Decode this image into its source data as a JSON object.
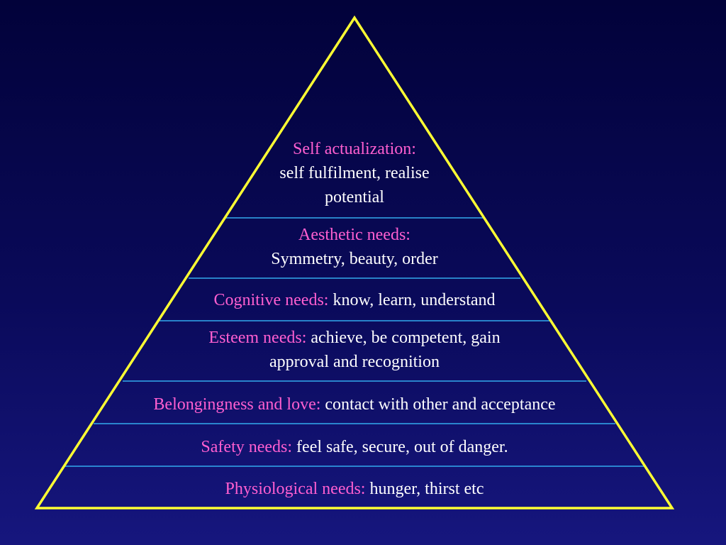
{
  "colors": {
    "background_top": "#02023a",
    "background_bottom": "#16167e",
    "pyramid_outline": "#ffff33",
    "level_divider": "#33aaee",
    "label_text": "#ff5fd0",
    "description_text": "#ffffff"
  },
  "pyramid": {
    "levels": [
      {
        "label": "Self actualization:",
        "description_lines": [
          "self fulfilment, realise",
          "potential"
        ]
      },
      {
        "label": "Aesthetic needs:",
        "description_lines": [
          "Symmetry, beauty, order"
        ]
      },
      {
        "label": "Cognitive needs:",
        "description": " know, learn, understand"
      },
      {
        "label": "Esteem needs:",
        "description": " achieve, be competent, gain",
        "description_line2": "approval and recognition"
      },
      {
        "label": "Belongingness and love:",
        "description": " contact with other and acceptance"
      },
      {
        "label": "Safety needs:",
        "description": " feel safe, secure, out of danger."
      },
      {
        "label": "Physiological needs:",
        "description": " hunger, thirst etc"
      }
    ]
  }
}
